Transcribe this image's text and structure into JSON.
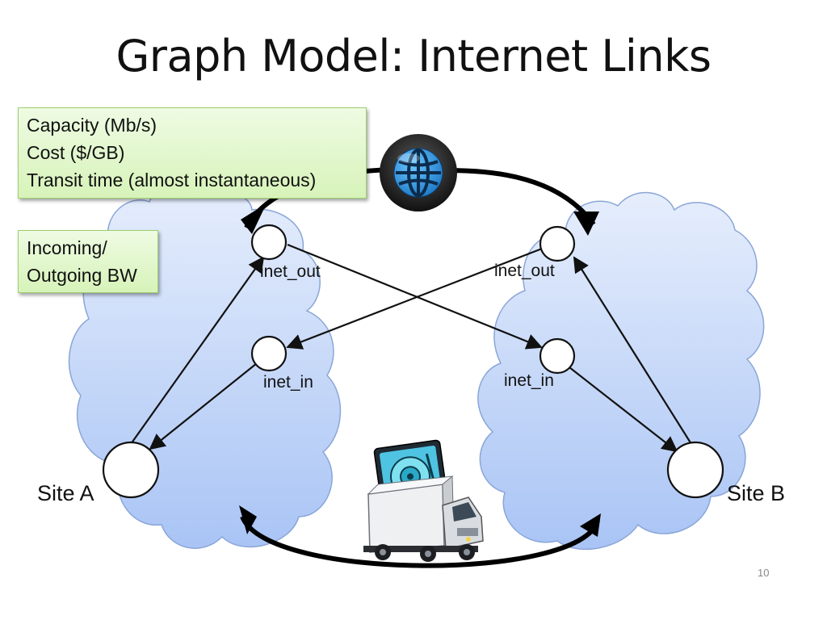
{
  "slide": {
    "title": "Graph Model: Internet Links",
    "page_number": "10"
  },
  "callouts": {
    "link_properties": [
      "Capacity (Mb/s)",
      "Cost ($/GB)",
      "Transit time (almost instantaneous)"
    ],
    "bandwidth": [
      "Incoming/",
      "Outgoing BW"
    ]
  },
  "nodes": {
    "site_a_label": "Site A",
    "site_b_label": "Site B",
    "a_inet_out": "inet_out",
    "a_inet_in": "inet_in",
    "b_inet_out": "inet_out",
    "b_inet_in": "inet_in"
  },
  "icons": {
    "internet": "globe-icon",
    "shipping": "truck-icon",
    "disk": "hard-drive-icon"
  },
  "colors": {
    "cloud": "#a9c4f5",
    "callout_fill": "#d7f3b9",
    "globe": "#2f9ae0"
  }
}
